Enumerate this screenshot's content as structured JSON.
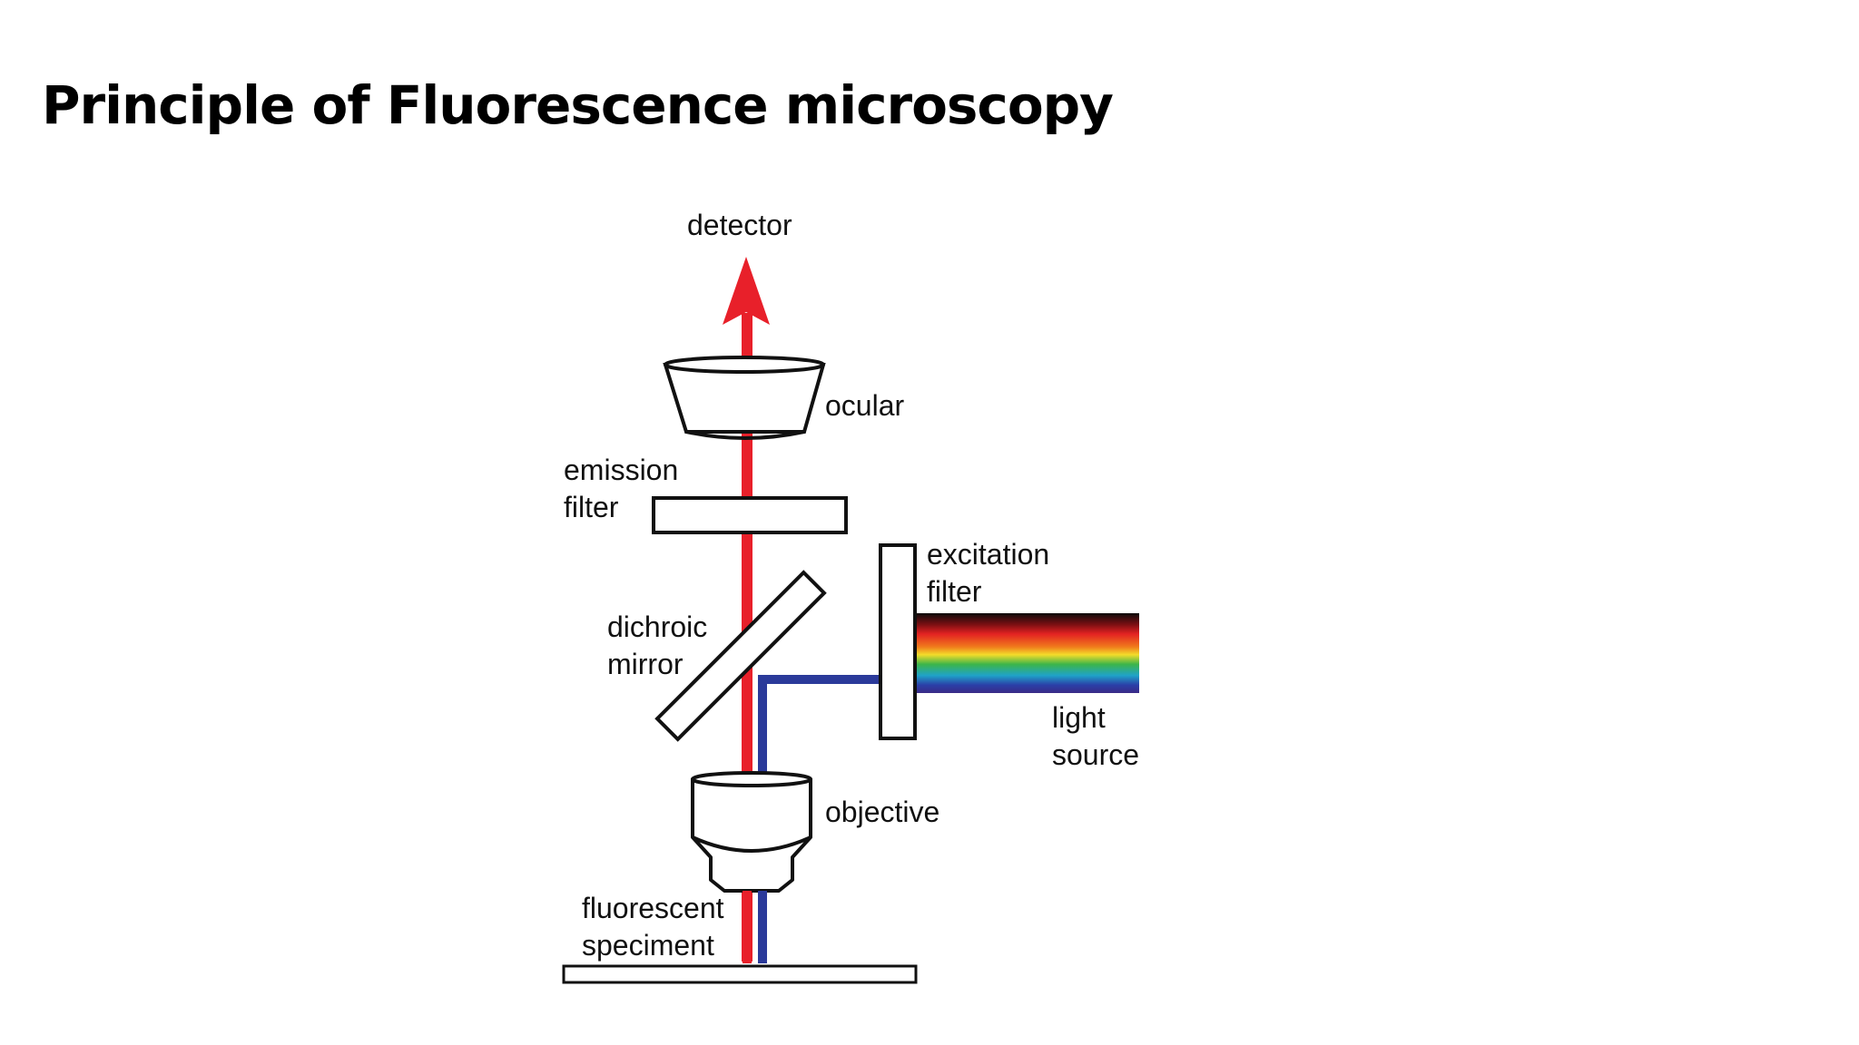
{
  "title": "Principle of Fluorescence microscopy",
  "labels": {
    "detector": "detector",
    "ocular": "ocular",
    "emission_filter": [
      "emission",
      "filter"
    ],
    "excitation_filter": [
      "excitation",
      "filter"
    ],
    "dichroic_mirror": [
      "dichroic",
      "mirror"
    ],
    "light_source": [
      "light",
      "source"
    ],
    "objective": "objective",
    "fluorescent_specimen": [
      "fluorescent",
      "speciment"
    ]
  },
  "colors": {
    "emission_light": "#e8202a",
    "excitation_light": "#2b3a9a",
    "outline": "#111111",
    "spectrum": [
      "#0b0b0b",
      "#e32222",
      "#f07a1c",
      "#f3dc2a",
      "#3cb54a",
      "#1fa3c8",
      "#2b3fa8",
      "#3a2a86"
    ]
  }
}
